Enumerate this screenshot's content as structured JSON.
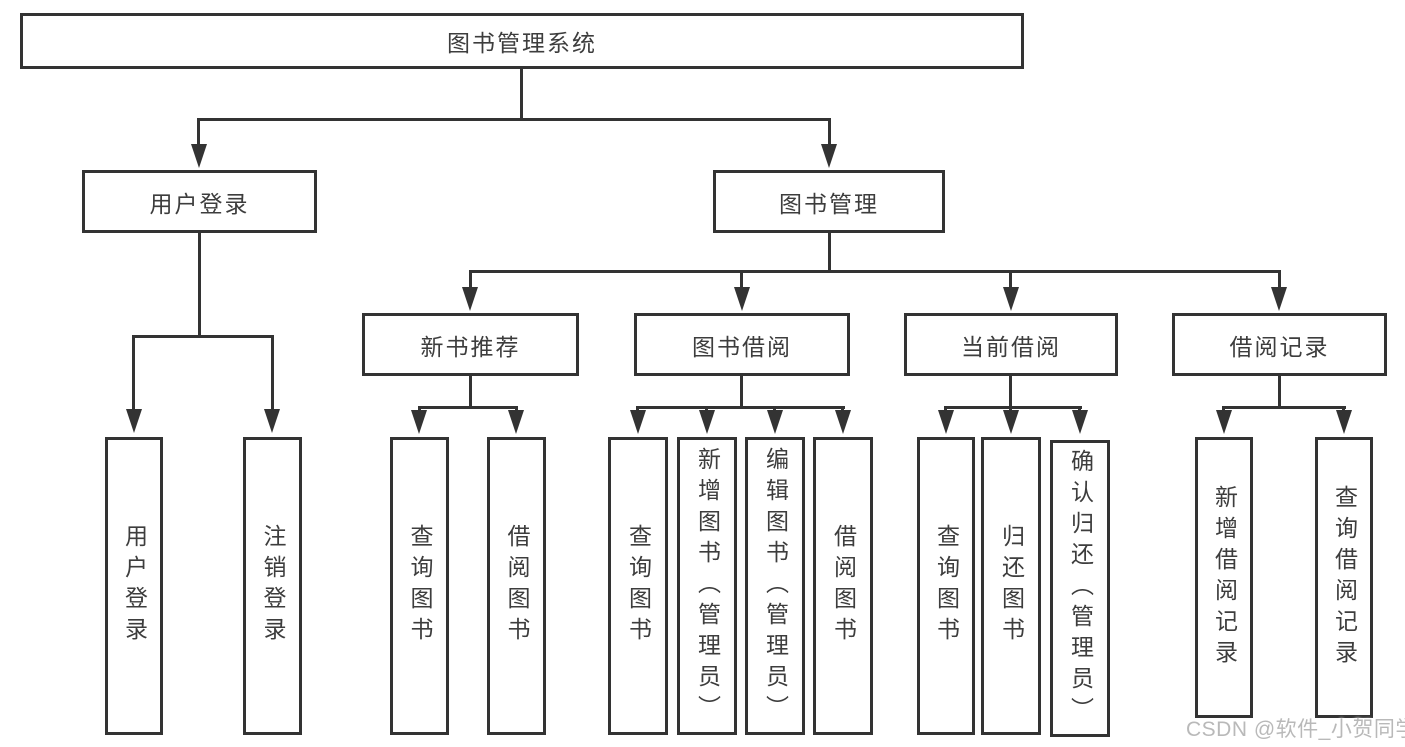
{
  "diagram": {
    "root": "图书管理系统",
    "level1": {
      "user_login": "用户登录",
      "book_mgmt": "图书管理"
    },
    "level2": {
      "new_book": "新书推荐",
      "book_borrow": "图书借阅",
      "current_borrow": "当前借阅",
      "borrow_record": "借阅记录"
    },
    "leaves": {
      "login": "用户登录",
      "logout": "注销登录",
      "nb_query": "查询图书",
      "nb_borrow": "借阅图书",
      "bb_query": "查询图书",
      "bb_add": "新增图书（管理员）",
      "bb_edit": "编辑图书（管理员）",
      "bb_borrow": "借阅图书",
      "cb_query": "查询图书",
      "cb_return": "归还图书",
      "cb_confirm": "确认归还（管理员）",
      "br_add": "新增借阅记录",
      "br_query": "查询借阅记录"
    }
  },
  "watermark": "CSDN @软件_小贺同学",
  "colors": {
    "line": "#333333",
    "text": "#3d3d3d",
    "background": "#ffffff",
    "watermark": "#b9b9b9"
  }
}
